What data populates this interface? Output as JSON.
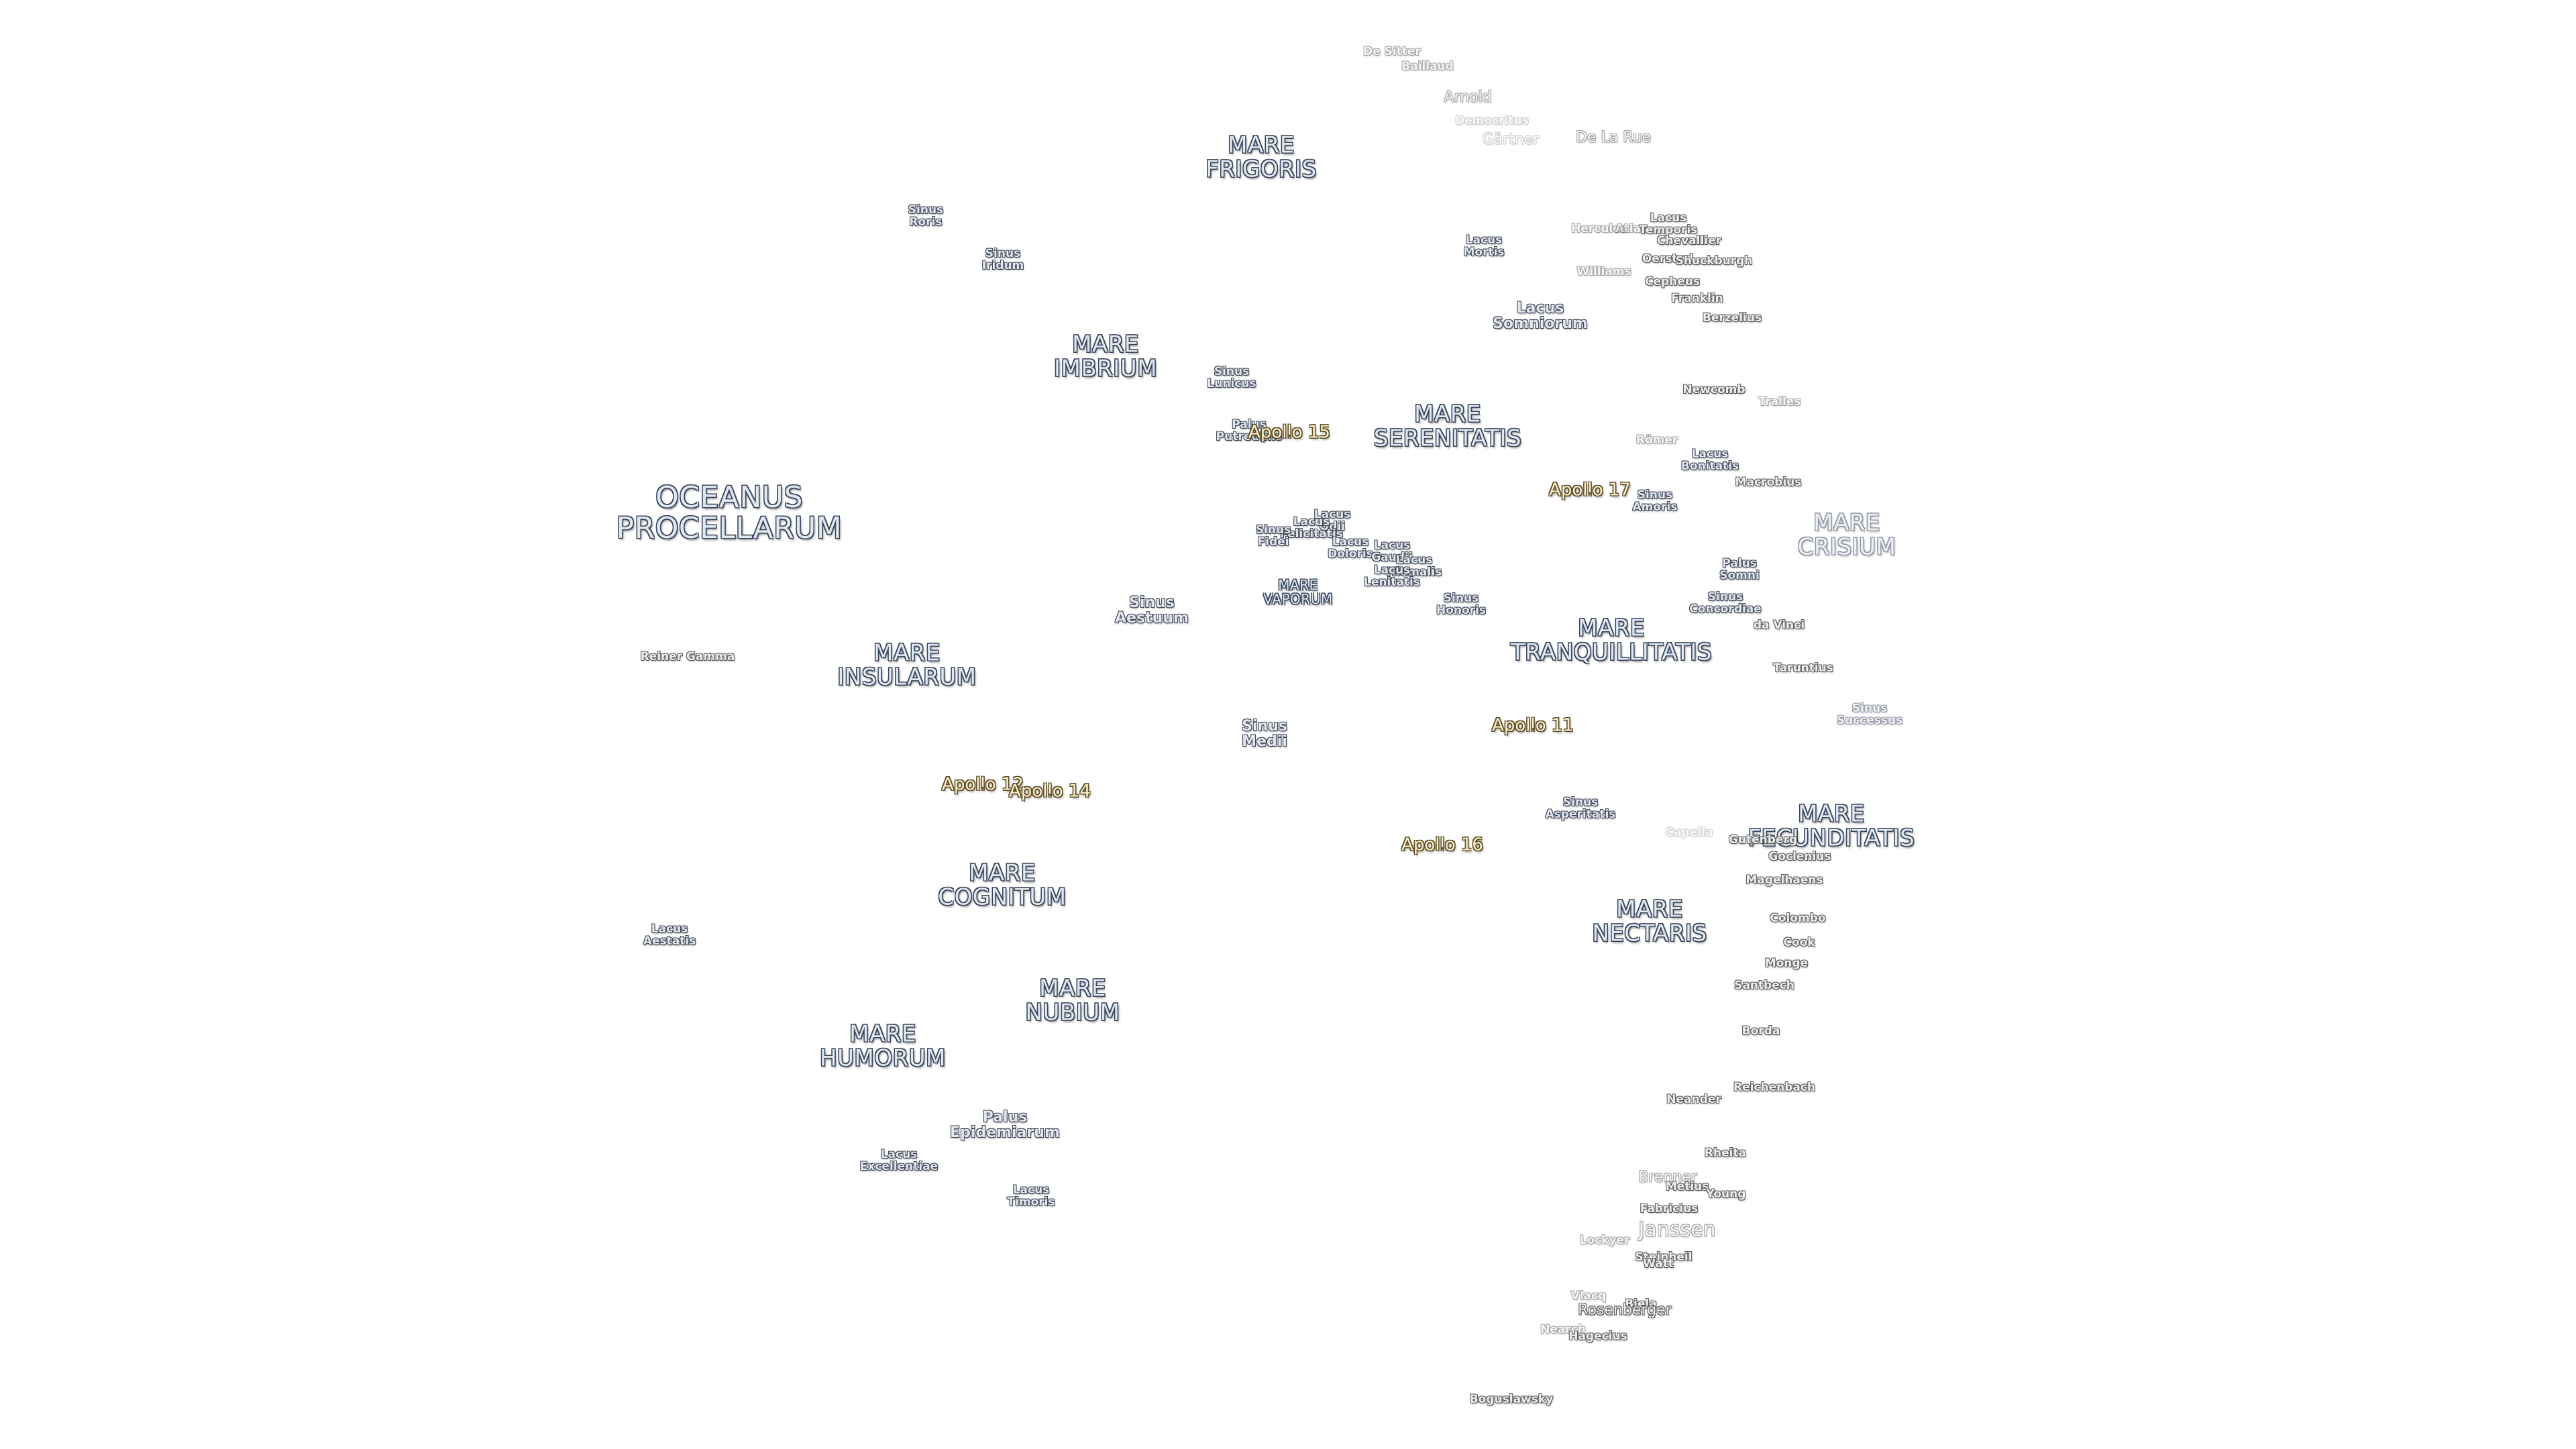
{
  "maria": [
    {
      "id": "oceanus-procellarum",
      "name": "OCEANUS\nPROCELLARUM",
      "size": "big"
    },
    {
      "id": "mare-frigoris",
      "name": "MARE\nFRIGORIS"
    },
    {
      "id": "mare-imbrium",
      "name": "MARE\nIMBRIUM"
    },
    {
      "id": "mare-serenitatis",
      "name": "MARE\nSERENITATIS"
    },
    {
      "id": "mare-crisium",
      "name": "MARE\nCRISIUM",
      "faint": true
    },
    {
      "id": "mare-vaporum",
      "name": "MARE\nVAPORUM",
      "small": true
    },
    {
      "id": "mare-insularum",
      "name": "MARE\nINSULARUM"
    },
    {
      "id": "mare-tranquillitatis",
      "name": "MARE\nTRANQUILLITATIS"
    },
    {
      "id": "mare-fecunditatis",
      "name": "MARE\nFECUNDITATIS"
    },
    {
      "id": "mare-cognitum",
      "name": "MARE\nCOGNITUM"
    },
    {
      "id": "mare-nectaris",
      "name": "MARE\nNECTARIS"
    },
    {
      "id": "mare-nubium",
      "name": "MARE\nNUBIUM"
    },
    {
      "id": "mare-humorum",
      "name": "MARE\nHUMORUM"
    }
  ],
  "minor_features": [
    {
      "id": "sinus-roris",
      "name": "Sinus\nRoris"
    },
    {
      "id": "sinus-iridum",
      "name": "Sinus\nIridum"
    },
    {
      "id": "lacus-mortis",
      "name": "Lacus\nMortis"
    },
    {
      "id": "lacus-somniorum",
      "name": "Lacus\nSomniorum",
      "size": "md"
    },
    {
      "id": "sinus-lunicus",
      "name": "Sinus\nLunicus"
    },
    {
      "id": "palus-putredinis",
      "name": "Palus\nPutredinis"
    },
    {
      "id": "lacus-bonitatis",
      "name": "Lacus\nBonitatis"
    },
    {
      "id": "sinus-amoris",
      "name": "Sinus\nAmoris"
    },
    {
      "id": "lacus-odii",
      "name": "Lacus\nOdii"
    },
    {
      "id": "lacus-felicitatis",
      "name": "Lacus\nFelicitatis"
    },
    {
      "id": "sinus-fidei",
      "name": "Sinus\nFidei"
    },
    {
      "id": "lacus-doloris",
      "name": "Lacus\nDoloris"
    },
    {
      "id": "lacus-gaudii",
      "name": "Lacus\nGaudii"
    },
    {
      "id": "lacus-hiemalis",
      "name": "Lacus\nHiemalis"
    },
    {
      "id": "lacus-lenitatis",
      "name": "Lacus\nLenitatis"
    },
    {
      "id": "palus-somni",
      "name": "Palus\nSomni"
    },
    {
      "id": "sinus-aestuum",
      "name": "Sinus\nAestuum",
      "size": "md"
    },
    {
      "id": "sinus-honoris",
      "name": "Sinus\nHonoris"
    },
    {
      "id": "sinus-concordiae",
      "name": "Sinus\nConcordiae"
    },
    {
      "id": "sinus-medii",
      "name": "Sinus\nMedii",
      "size": "md"
    },
    {
      "id": "sinus-successus",
      "name": "Sinus\nSuccessus",
      "faint": true
    },
    {
      "id": "sinus-asperitatis",
      "name": "Sinus\nAsperitatis"
    },
    {
      "id": "lacus-aestatis",
      "name": "Lacus\nAestatis"
    },
    {
      "id": "palus-epidemiarum",
      "name": "Palus\nEpidemiarum",
      "size": "md"
    },
    {
      "id": "lacus-excellentiae",
      "name": "Lacus\nExcellentiae"
    },
    {
      "id": "lacus-timoris",
      "name": "Lacus\nTimoris"
    }
  ],
  "apollo_sites": [
    {
      "id": "apollo-15",
      "name": "Apollo 15"
    },
    {
      "id": "apollo-17",
      "name": "Apollo 17"
    },
    {
      "id": "apollo-11",
      "name": "Apollo 11"
    },
    {
      "id": "apollo-12",
      "name": "Apollo 12"
    },
    {
      "id": "apollo-14",
      "name": "Apollo 14"
    },
    {
      "id": "apollo-16",
      "name": "Apollo 16"
    }
  ],
  "craters": [
    {
      "id": "de-sitter",
      "name": "De Sitter",
      "faint": 1
    },
    {
      "id": "baillaud",
      "name": "Baillaud",
      "faint": 1
    },
    {
      "id": "arnold",
      "name": "Arnold",
      "faint": 1,
      "size": "md"
    },
    {
      "id": "democritus",
      "name": "Democritus",
      "faint": 2
    },
    {
      "id": "gartner",
      "name": "Gärtner",
      "faint": 2,
      "size": "md"
    },
    {
      "id": "de-la-rue",
      "name": "De La Rue",
      "faint": 1,
      "size": "md"
    },
    {
      "id": "hercules",
      "name": "Hercules",
      "faint": 1
    },
    {
      "id": "atlas",
      "name": "Atlas",
      "faint": 1
    },
    {
      "id": "lacus-temporis",
      "name": "Lacus\nTemporis"
    },
    {
      "id": "chevallier",
      "name": "Chevallier"
    },
    {
      "id": "oersted",
      "name": "Oersted"
    },
    {
      "id": "shuckburgh",
      "name": "Shuckburgh"
    },
    {
      "id": "williams",
      "name": "Williams",
      "faint": 1
    },
    {
      "id": "cepheus",
      "name": "Cepheus"
    },
    {
      "id": "franklin",
      "name": "Franklin"
    },
    {
      "id": "berzelius",
      "name": "Berzelius"
    },
    {
      "id": "newcomb",
      "name": "Newcomb"
    },
    {
      "id": "tralles",
      "name": "Tralles",
      "faint": 1
    },
    {
      "id": "romer",
      "name": "Römer",
      "faint": 1
    },
    {
      "id": "macrobius",
      "name": "Macrobius"
    },
    {
      "id": "da-vinci",
      "name": "da Vinci"
    },
    {
      "id": "taruntius",
      "name": "Taruntius"
    },
    {
      "id": "reiner-gamma",
      "name": "Reiner Gamma"
    },
    {
      "id": "capella",
      "name": "Capella",
      "faint": 2
    },
    {
      "id": "gutenberg",
      "name": "Gutenberg"
    },
    {
      "id": "goclenius",
      "name": "Goclenius"
    },
    {
      "id": "magelhaens",
      "name": "Magelhaens"
    },
    {
      "id": "colombo",
      "name": "Colombo"
    },
    {
      "id": "cook",
      "name": "Cook"
    },
    {
      "id": "monge",
      "name": "Monge"
    },
    {
      "id": "santbech",
      "name": "Santbech"
    },
    {
      "id": "borda",
      "name": "Borda"
    },
    {
      "id": "reichenbach",
      "name": "Reichenbach"
    },
    {
      "id": "neander",
      "name": "Neander"
    },
    {
      "id": "rheita",
      "name": "Rheita"
    },
    {
      "id": "brenner",
      "name": "Brenner",
      "faint": 1,
      "size": "md"
    },
    {
      "id": "metius",
      "name": "Metius"
    },
    {
      "id": "young",
      "name": "Young"
    },
    {
      "id": "fabricius",
      "name": "Fabricius"
    },
    {
      "id": "janssen",
      "name": "Janssen",
      "faint": 1,
      "size": "lg"
    },
    {
      "id": "lockyer",
      "name": "Lockyer",
      "faint": 1
    },
    {
      "id": "steinheil",
      "name": "Steinheil"
    },
    {
      "id": "watt",
      "name": "Watt"
    },
    {
      "id": "vlacq",
      "name": "Vlacq",
      "faint": 1
    },
    {
      "id": "biela",
      "name": "Biela"
    },
    {
      "id": "rosenberger",
      "name": "Rosenberger",
      "size": "md"
    },
    {
      "id": "nearch",
      "name": "Nearch",
      "faint": 1
    },
    {
      "id": "hagecius",
      "name": "Hagecius"
    },
    {
      "id": "boguslawsky",
      "name": "Boguslawsky"
    }
  ]
}
